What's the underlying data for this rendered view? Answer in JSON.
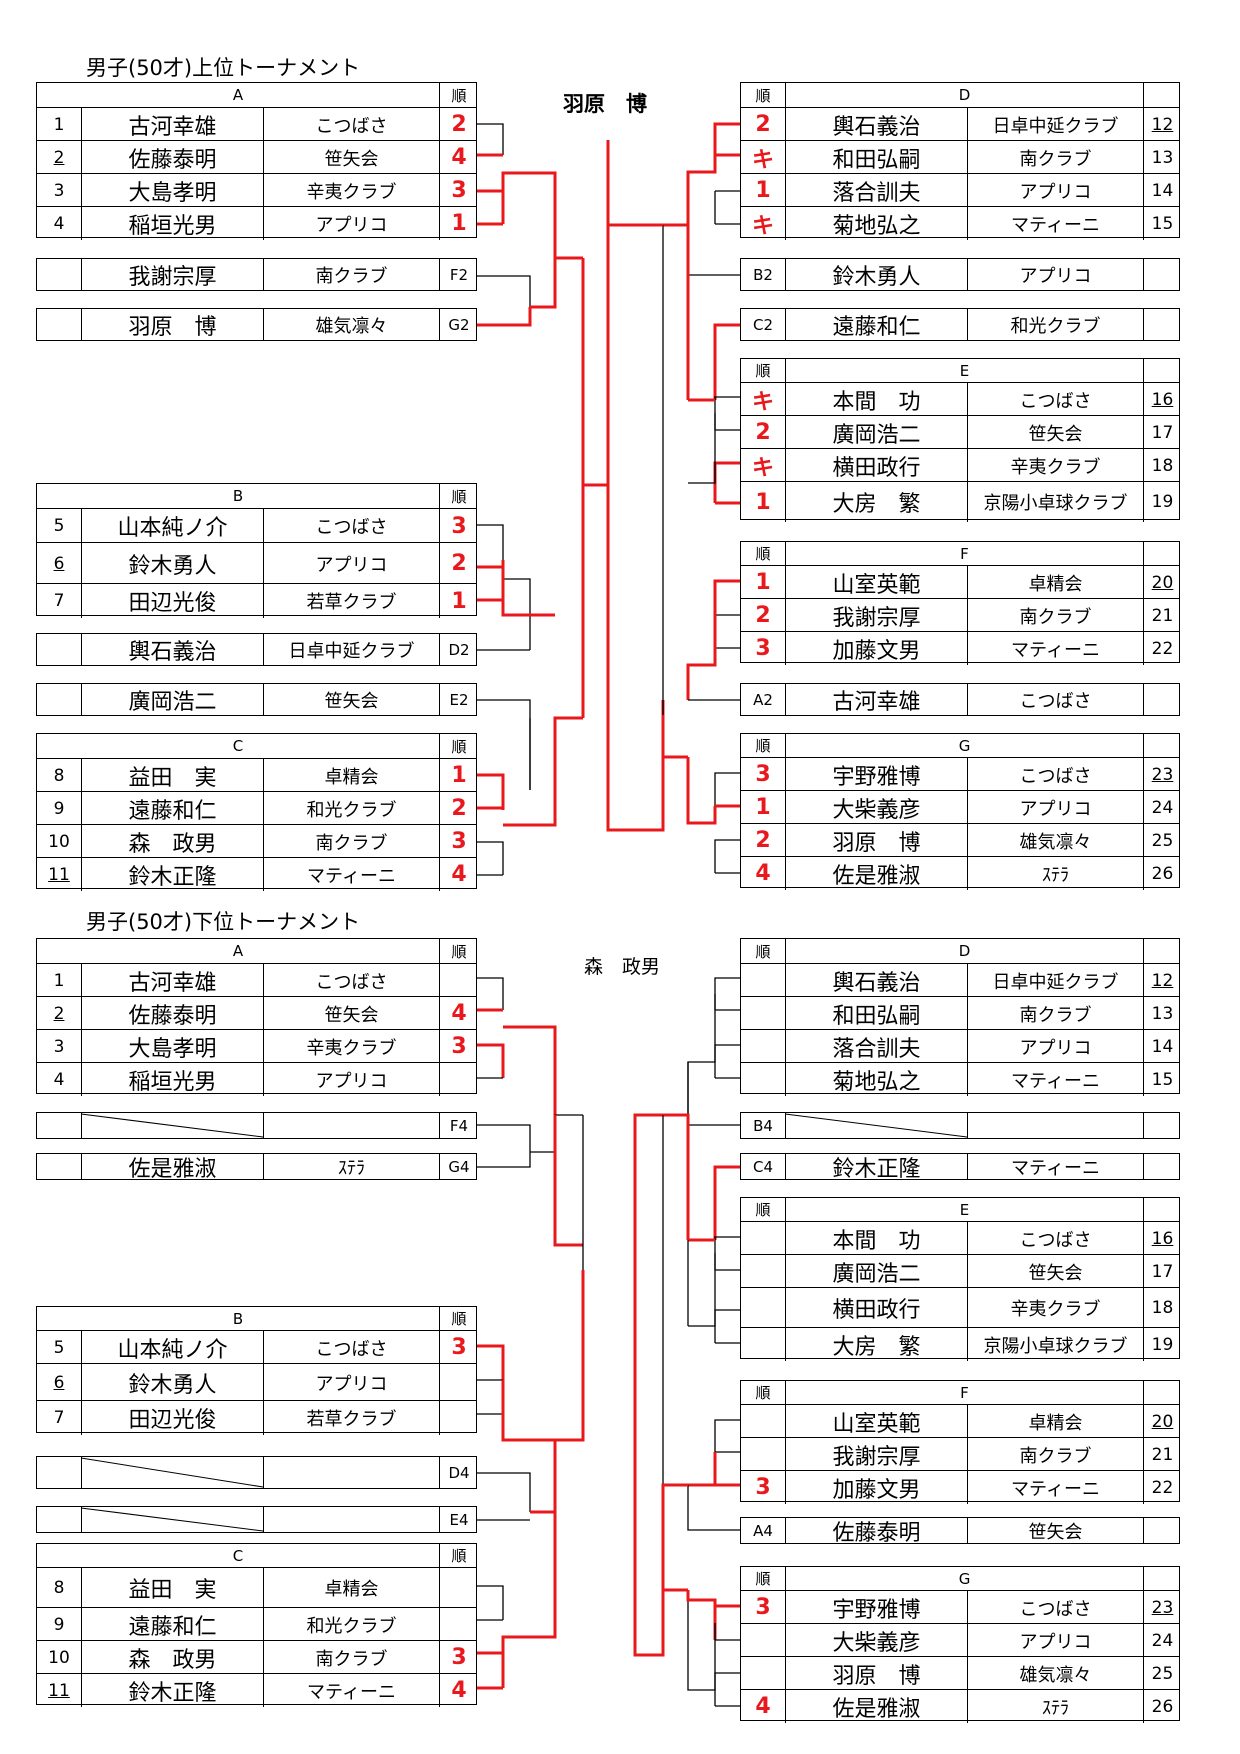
{
  "upper": {
    "title": "男子(50才)上位トーナメント",
    "winner": "羽原　博",
    "A": {
      "label": "A",
      "rank_header": "順",
      "players": [
        {
          "num": "1",
          "name": "古河幸雄",
          "club": "こつばさ",
          "rank": "2"
        },
        {
          "num": "2",
          "name": "佐藤泰明",
          "club": "笹矢会",
          "rank": "4"
        },
        {
          "num": "3",
          "name": "大島孝明",
          "club": "辛夷クラブ",
          "rank": "3"
        },
        {
          "num": "4",
          "name": "稲垣光男",
          "club": "アプリコ",
          "rank": "1"
        }
      ]
    },
    "F2": {
      "name": "我謝宗厚",
      "club": "南クラブ",
      "code": "F2"
    },
    "G2": {
      "name": "羽原　博",
      "club": "雄気凛々",
      "code": "G2"
    },
    "B": {
      "label": "B",
      "rank_header": "順",
      "players": [
        {
          "num": "5",
          "name": "山本純ノ介",
          "club": "こつばさ",
          "rank": "3"
        },
        {
          "num": "6",
          "name": "鈴木勇人",
          "club": "アプリコ",
          "rank": "2"
        },
        {
          "num": "7",
          "name": "田辺光俊",
          "club": "若草クラブ",
          "rank": "1"
        }
      ]
    },
    "D2": {
      "name": "輿石義治",
      "club": "日卓中延クラブ",
      "code": "D2"
    },
    "E2": {
      "name": "廣岡浩二",
      "club": "笹矢会",
      "code": "E2"
    },
    "C": {
      "label": "C",
      "rank_header": "順",
      "players": [
        {
          "num": "8",
          "name": "益田　実",
          "club": "卓精会",
          "rank": "1"
        },
        {
          "num": "9",
          "name": "遠藤和仁",
          "club": "和光クラブ",
          "rank": "2"
        },
        {
          "num": "10",
          "name": "森　政男",
          "club": "南クラブ",
          "rank": "3"
        },
        {
          "num": "11",
          "name": "鈴木正隆",
          "club": "マティーニ",
          "rank": "4"
        }
      ]
    },
    "D": {
      "label": "D",
      "rank_header": "順",
      "players": [
        {
          "rank": "2",
          "name": "輿石義治",
          "club": "日卓中延クラブ",
          "num": "12"
        },
        {
          "rank": "キ",
          "name": "和田弘嗣",
          "club": "南クラブ",
          "num": "13"
        },
        {
          "rank": "1",
          "name": "落合訓夫",
          "club": "アプリコ",
          "num": "14"
        },
        {
          "rank": "キ",
          "name": "菊地弘之",
          "club": "マティーニ",
          "num": "15"
        }
      ]
    },
    "B2": {
      "code": "B2",
      "name": "鈴木勇人",
      "club": "アプリコ"
    },
    "C2": {
      "code": "C2",
      "name": "遠藤和仁",
      "club": "和光クラブ"
    },
    "E": {
      "label": "E",
      "rank_header": "順",
      "players": [
        {
          "rank": "キ",
          "name": "本間　功",
          "club": "こつばさ",
          "num": "16"
        },
        {
          "rank": "2",
          "name": "廣岡浩二",
          "club": "笹矢会",
          "num": "17"
        },
        {
          "rank": "キ",
          "name": "横田政行",
          "club": "辛夷クラブ",
          "num": "18"
        },
        {
          "rank": "1",
          "name": "大房　繁",
          "club": "京陽小卓球クラブ",
          "num": "19"
        }
      ]
    },
    "F": {
      "label": "F",
      "rank_header": "順",
      "players": [
        {
          "rank": "1",
          "name": "山室英範",
          "club": "卓精会",
          "num": "20"
        },
        {
          "rank": "2",
          "name": "我謝宗厚",
          "club": "南クラブ",
          "num": "21"
        },
        {
          "rank": "3",
          "name": "加藤文男",
          "club": "マティーニ",
          "num": "22"
        }
      ]
    },
    "A2": {
      "code": "A2",
      "name": "古河幸雄",
      "club": "こつばさ"
    },
    "G": {
      "label": "G",
      "rank_header": "順",
      "players": [
        {
          "rank": "3",
          "name": "宇野雅博",
          "club": "こつばさ",
          "num": "23"
        },
        {
          "rank": "1",
          "name": "大柴義彦",
          "club": "アプリコ",
          "num": "24"
        },
        {
          "rank": "2",
          "name": "羽原　博",
          "club": "雄気凛々",
          "num": "25"
        },
        {
          "rank": "4",
          "name": "佐是雅淑",
          "club": "ｽﾃﾗ",
          "num": "26"
        }
      ]
    }
  },
  "lower": {
    "title": "男子(50才)下位トーナメント",
    "winner": "森　政男",
    "A": {
      "label": "A",
      "rank_header": "順",
      "players": [
        {
          "num": "1",
          "name": "古河幸雄",
          "club": "こつばさ",
          "rank": ""
        },
        {
          "num": "2",
          "name": "佐藤泰明",
          "club": "笹矢会",
          "rank": "4"
        },
        {
          "num": "3",
          "name": "大島孝明",
          "club": "辛夷クラブ",
          "rank": "3"
        },
        {
          "num": "4",
          "name": "稲垣光男",
          "club": "アプリコ",
          "rank": ""
        }
      ]
    },
    "F4": {
      "name": "",
      "club": "",
      "code": "F4"
    },
    "G4": {
      "name": "佐是雅淑",
      "club": "ｽﾃﾗ",
      "code": "G4"
    },
    "B": {
      "label": "B",
      "rank_header": "順",
      "players": [
        {
          "num": "5",
          "name": "山本純ノ介",
          "club": "こつばさ",
          "rank": "3"
        },
        {
          "num": "6",
          "name": "鈴木勇人",
          "club": "アプリコ",
          "rank": ""
        },
        {
          "num": "7",
          "name": "田辺光俊",
          "club": "若草クラブ",
          "rank": ""
        }
      ]
    },
    "D4": {
      "name": "",
      "club": "",
      "code": "D4"
    },
    "E4": {
      "name": "",
      "club": "",
      "code": "E4"
    },
    "C": {
      "label": "C",
      "rank_header": "順",
      "players": [
        {
          "num": "8",
          "name": "益田　実",
          "club": "卓精会",
          "rank": ""
        },
        {
          "num": "9",
          "name": "遠藤和仁",
          "club": "和光クラブ",
          "rank": ""
        },
        {
          "num": "10",
          "name": "森　政男",
          "club": "南クラブ",
          "rank": "3"
        },
        {
          "num": "11",
          "name": "鈴木正隆",
          "club": "マティーニ",
          "rank": "4"
        }
      ]
    },
    "D": {
      "label": "D",
      "rank_header": "順",
      "players": [
        {
          "rank": "",
          "name": "輿石義治",
          "club": "日卓中延クラブ",
          "num": "12"
        },
        {
          "rank": "",
          "name": "和田弘嗣",
          "club": "南クラブ",
          "num": "13"
        },
        {
          "rank": "",
          "name": "落合訓夫",
          "club": "アプリコ",
          "num": "14"
        },
        {
          "rank": "",
          "name": "菊地弘之",
          "club": "マティーニ",
          "num": "15"
        }
      ]
    },
    "B4": {
      "code": "B4",
      "name": "",
      "club": ""
    },
    "C4": {
      "code": "C4",
      "name": "鈴木正隆",
      "club": "マティーニ"
    },
    "E": {
      "label": "E",
      "rank_header": "順",
      "players": [
        {
          "rank": "",
          "name": "本間　功",
          "club": "こつばさ",
          "num": "16"
        },
        {
          "rank": "",
          "name": "廣岡浩二",
          "club": "笹矢会",
          "num": "17"
        },
        {
          "rank": "",
          "name": "横田政行",
          "club": "辛夷クラブ",
          "num": "18"
        },
        {
          "rank": "",
          "name": "大房　繁",
          "club": "京陽小卓球クラブ",
          "num": "19"
        }
      ]
    },
    "F": {
      "label": "F",
      "rank_header": "順",
      "players": [
        {
          "rank": "",
          "name": "山室英範",
          "club": "卓精会",
          "num": "20"
        },
        {
          "rank": "",
          "name": "我謝宗厚",
          "club": "南クラブ",
          "num": "21"
        },
        {
          "rank": "3",
          "name": "加藤文男",
          "club": "マティーニ",
          "num": "22"
        }
      ]
    },
    "A4": {
      "code": "A4",
      "name": "佐藤泰明",
      "club": "笹矢会"
    },
    "G": {
      "label": "G",
      "rank_header": "順",
      "players": [
        {
          "rank": "3",
          "name": "宇野雅博",
          "club": "こつばさ",
          "num": "23"
        },
        {
          "rank": "",
          "name": "大柴義彦",
          "club": "アプリコ",
          "num": "24"
        },
        {
          "rank": "",
          "name": "羽原　博",
          "club": "雄気凛々",
          "num": "25"
        },
        {
          "rank": "4",
          "name": "佐是雅淑",
          "club": "ｽﾃﾗ",
          "num": "26"
        }
      ]
    }
  },
  "colors": {
    "win": "#e8181d",
    "line": "#000000"
  }
}
